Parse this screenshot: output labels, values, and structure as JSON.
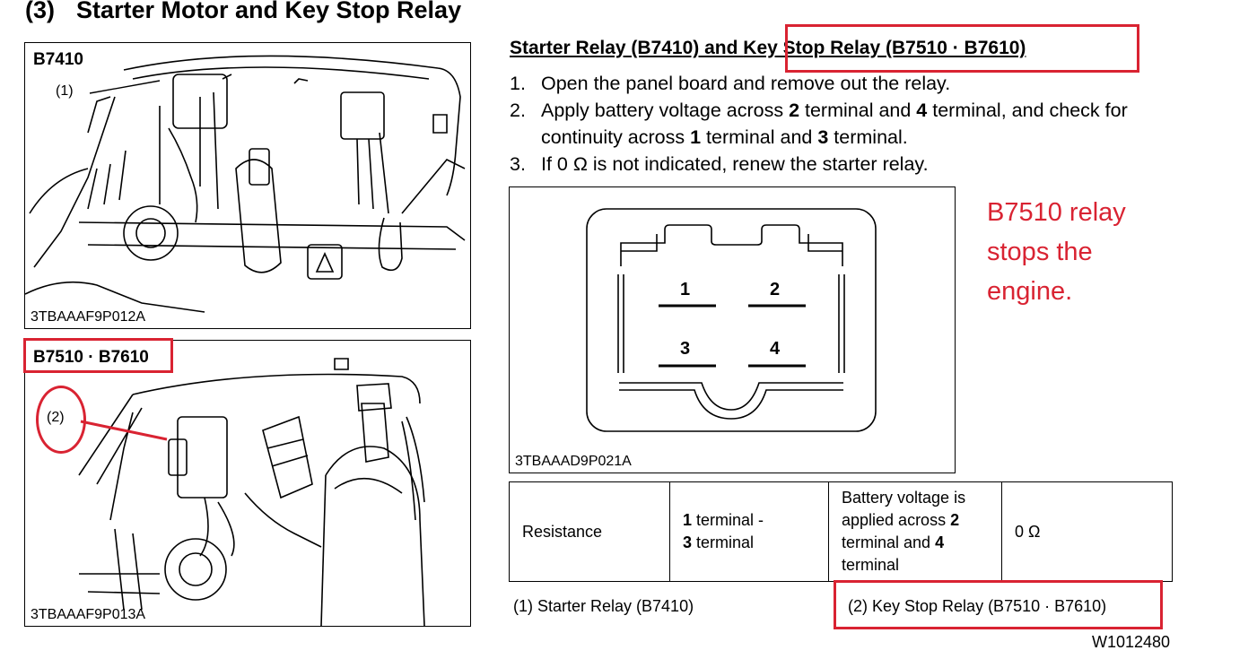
{
  "heading": {
    "number": "(3)",
    "title": "Starter Motor and Key Stop Relay"
  },
  "figure1": {
    "label": "B7410",
    "callout": "(1)",
    "code": "3TBAAAF9P012A"
  },
  "figure2": {
    "label": "B7510 · B7610",
    "callout": "(2)",
    "code": "3TBAAAF9P013A"
  },
  "section": {
    "title_part1": "Starter Relay (B7410) and ",
    "title_part2": "Key Stop Relay (B7510 · B7610)"
  },
  "steps": [
    {
      "n": "1.",
      "pre": "Open the panel board and remove out the relay."
    },
    {
      "n": "2.",
      "pre": "Apply battery voltage across ",
      "b1": "2",
      "mid1": " terminal and ",
      "b2": "4",
      "mid2": " terminal, and check for continuity across ",
      "b3": "1",
      "mid3": " terminal and ",
      "b4": "3",
      "post": " terminal."
    },
    {
      "n": "3.",
      "pre": "If 0 Ω is not indicated, renew the starter relay."
    }
  ],
  "relay_diagram": {
    "t1": "1",
    "t2": "2",
    "t3": "3",
    "t4": "4",
    "code": "3TBAAAD9P021A"
  },
  "annotation": {
    "line1": "B7510 relay",
    "line2": "stops the",
    "line3": "engine."
  },
  "spec_table": {
    "col1": "Resistance",
    "col2_b1": "1",
    "col2_t1": " terminal -",
    "col2_b2": "3",
    "col2_t2": " terminal",
    "col3_a": "Battery voltage is applied across ",
    "col3_b1": "2",
    "col3_c": " terminal and ",
    "col3_b2": "4",
    "col3_d": " terminal",
    "col4": "0 Ω"
  },
  "legend": {
    "item1": "(1)  Starter Relay (B7410)",
    "item2": "(2)  Key Stop Relay (B7510 · B7610)"
  },
  "doc_code": "W1012480",
  "colors": {
    "highlight_red": "#d92332"
  }
}
